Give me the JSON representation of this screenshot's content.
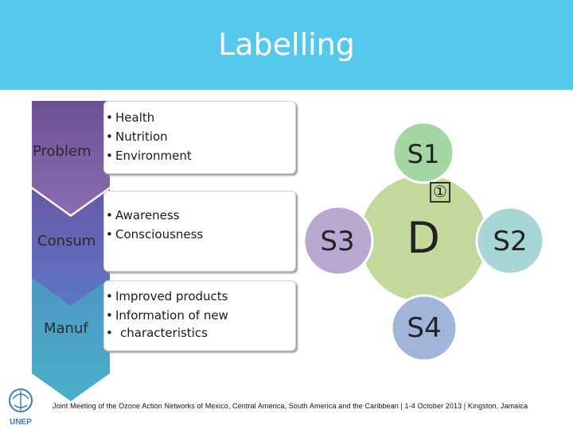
{
  "title": "Labelling",
  "rows": [
    {
      "category": "Problem",
      "items": [
        "Health",
        "Nutrition",
        "Environment"
      ]
    },
    {
      "category": "Consum",
      "items": [
        "Awareness",
        "Consciousness"
      ]
    },
    {
      "category": "Manuf",
      "items": [
        "Improved products",
        "Information of new",
        "characteristics"
      ]
    }
  ],
  "cycle": {
    "center": "D",
    "top": "S1",
    "right": "S2",
    "left": "S3",
    "bottom": "S4",
    "icon_glyph": "①"
  },
  "colors": {
    "header": "#55c8ee",
    "chevron1": "#7a5fa3",
    "chevron2": "#6a67b8",
    "chevron3": "#4aa6c8",
    "center": "#c2d89a",
    "s1": "#a6d4a6",
    "s2": "#a7d3d3",
    "s3": "#b9a9cf",
    "s4": "#9fb3d8"
  },
  "logo": {
    "text": "UNEP"
  },
  "footer": "Joint Meeting of the Ozone Action Networks of Mexico, Central America, South America and the Caribbean | 1-4 October 2013 | Kingston, Jamaica"
}
